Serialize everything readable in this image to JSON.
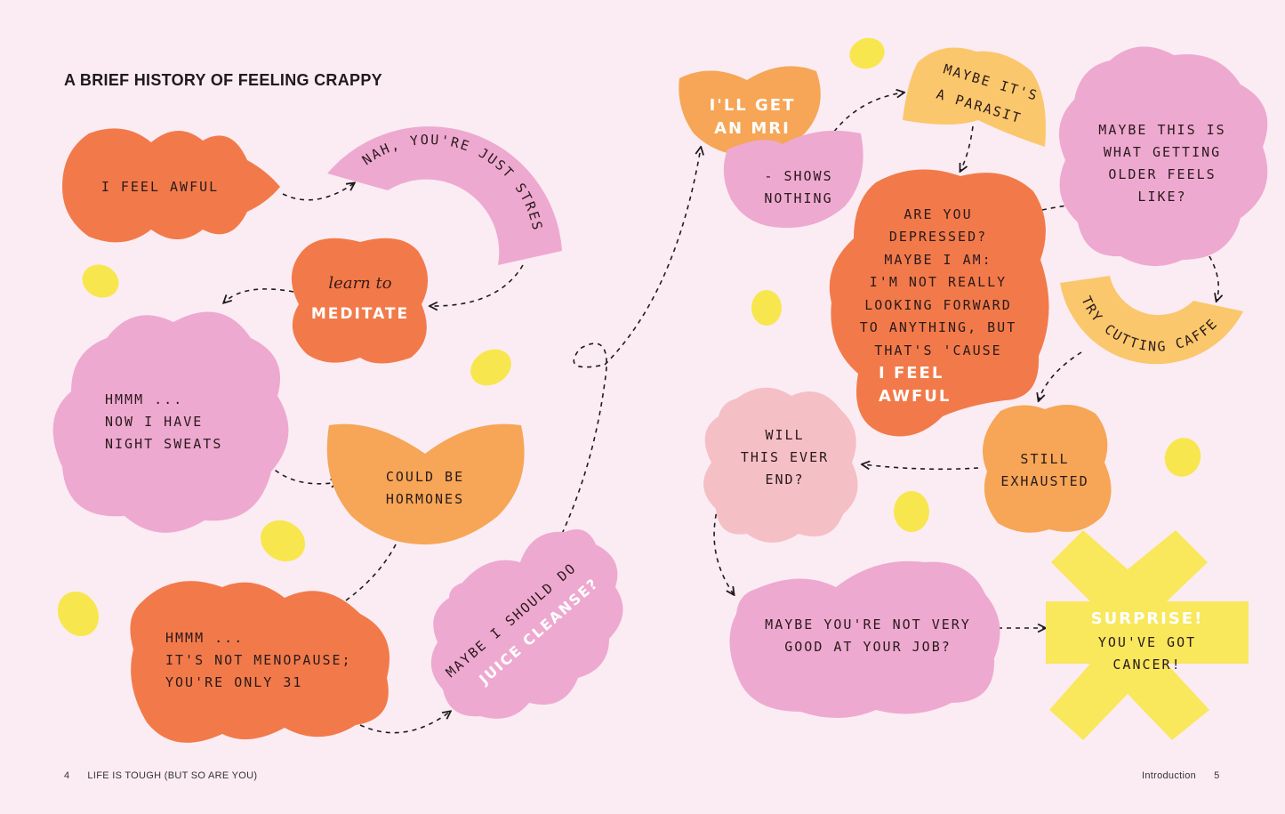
{
  "title": "A BRIEF HISTORY OF FEELING CRAPPY",
  "folio_left": {
    "number": "4",
    "running_head": "LIFE IS TOUGH (BUT SO ARE YOU)"
  },
  "folio_right": {
    "section": "Introduction",
    "number": "5"
  },
  "bubbles": {
    "feel_awful": "I FEEL AWFUL",
    "just_stressed": "NAH, YOU'RE JUST STRESSED",
    "learn_to": "learn to",
    "meditate": "MEDITATE",
    "night_sweats": "HMMM ...\nNOW I HAVE\nNIGHT SWEATS",
    "hormones": "COULD BE\nHORMONES",
    "menopause": "HMMM ...\nIT'S NOT MENOPAUSE;\nYOU'RE ONLY 31",
    "cleanse_line1": "MAYBE I SHOULD DO A",
    "cleanse_line2": "JUICE CLEANSE?",
    "mri": "I'LL GET\nAN MRI",
    "shows_nothing": "- SHOWS\nNOTHING",
    "parasite_line1": "MAYBE IT'S",
    "parasite_line2": "A PARASITE",
    "older": "MAYBE THIS IS\nWHAT GETTING\nOLDER FEELS\nLIKE?",
    "depressed": "ARE YOU\nDEPRESSED?\nMAYBE I AM:\nI'M NOT REALLY\nLOOKING FORWARD\nTO ANYTHING, BUT\nTHAT'S 'CAUSE",
    "depressed_accent": "I FEEL\nAWFUL",
    "caffeine": "TRY CUTTING CAFFEINE",
    "exhausted": "STILL\nEXHAUSTED",
    "ever_end": "WILL\nTHIS EVER\nEND?",
    "job": "MAYBE YOU'RE NOT VERY\nGOOD AT YOUR JOB?",
    "surprise": "SURPRISE!",
    "cancer": "YOU'VE GOT\nCANCER!"
  },
  "colors": {
    "background": "#fbecf3",
    "orange": "#f27a4a",
    "light_orange": "#f6a656",
    "pink": "#eea9d0",
    "light_pink": "#f5bfc6",
    "peach": "#fbc76c",
    "yellow": "#f9e75c",
    "dot_yellow": "#f8e64f"
  }
}
